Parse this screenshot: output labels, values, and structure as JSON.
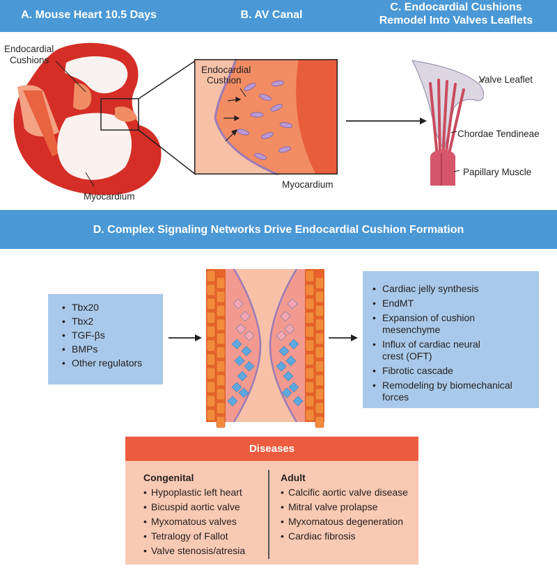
{
  "headers": {
    "panel_a": "A. Mouse Heart 10.5 Days",
    "panel_b": "B. AV Canal",
    "panel_c_line1": "C. Endocardial Cushions",
    "panel_c_line2": "Remodel Into Valves Leaflets",
    "panel_d": "D.  Complex Signaling Networks Drive Endocardial Cushion Formation"
  },
  "panel_a": {
    "label_cushions_1": "Endocardial",
    "label_cushions_2": "Cushions",
    "label_myocardium": "Myocardium"
  },
  "panel_b": {
    "label_cushion_1": "Endocardial",
    "label_cushion_2": "Cushion",
    "label_myocardium": "Myocardium"
  },
  "panel_c": {
    "label_leaflet": "Valve Leaflet",
    "label_chordae": "Chordae Tendineae",
    "label_papillary": "Papillary Muscle"
  },
  "regulators": [
    "Tbx20",
    "Tbx2",
    "TGF-βs",
    "BMPs",
    "Other regulators"
  ],
  "processes": [
    "Cardiac jelly synthesis",
    "EndMT",
    "Expansion of cushion mesenchyme",
    "Influx of cardiac neural crest (OFT)",
    "Fibrotic cascade",
    "Remodeling by biomechanical forces"
  ],
  "diseases": {
    "title": "Diseases",
    "congenital": {
      "heading": "Congenital",
      "items": [
        "Hypoplastic left heart",
        "Bicuspid aortic valve",
        "Myxomatous valves",
        "Tetralogy of Fallot",
        "Valve stenosis/atresia"
      ]
    },
    "adult": {
      "heading": "Adult",
      "items": [
        "Calcific aortic valve disease",
        "Mitral valve prolapse",
        "Myxomatous degeneration",
        "Cardiac fibrosis"
      ]
    }
  },
  "colors": {
    "header_band": "#4a98d6",
    "box_blue": "#a9c9ea",
    "disease_header": "#ee5c3f",
    "disease_body": "#f8c9b3",
    "myocardium": "#d42e26",
    "cushion": "#ef8c63"
  }
}
